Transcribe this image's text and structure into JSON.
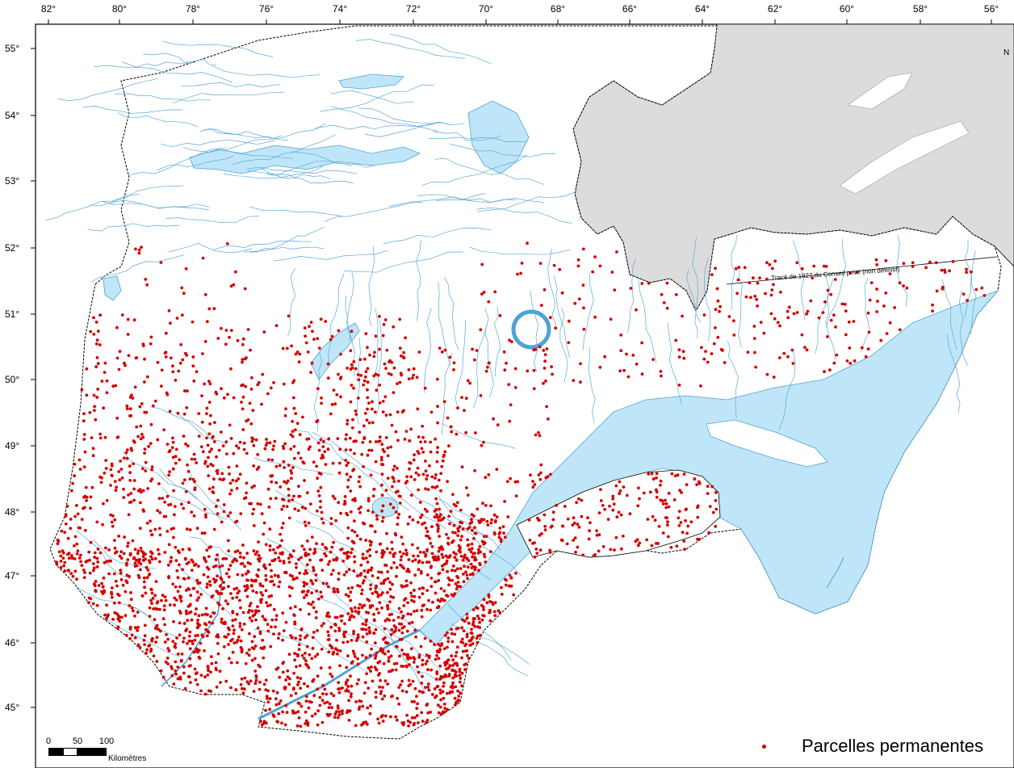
{
  "longitude_labels": [
    "82°",
    "80°",
    "78°",
    "76°",
    "74°",
    "72°",
    "70°",
    "68°",
    "66°",
    "64°",
    "62°",
    "60°",
    "58°",
    "56°"
  ],
  "latitude_labels": [
    "55°",
    "54°",
    "53°",
    "52°",
    "51°",
    "50°",
    "49°",
    "48°",
    "47°",
    "46°",
    "45°"
  ],
  "legend": {
    "label": "Parcelles permanentes",
    "color": "#d40000"
  },
  "scale": {
    "ticks": [
      "0",
      "50",
      "100"
    ],
    "unit": "Kilomètres"
  },
  "border_annotation": "Tracé de 1927 du Conseil privé (non définitif)",
  "north_label": "N",
  "colors": {
    "water": "#bfe6f8",
    "river": "#4fa3d4",
    "labrador": "#dcdcdc",
    "points": "#d40000"
  }
}
